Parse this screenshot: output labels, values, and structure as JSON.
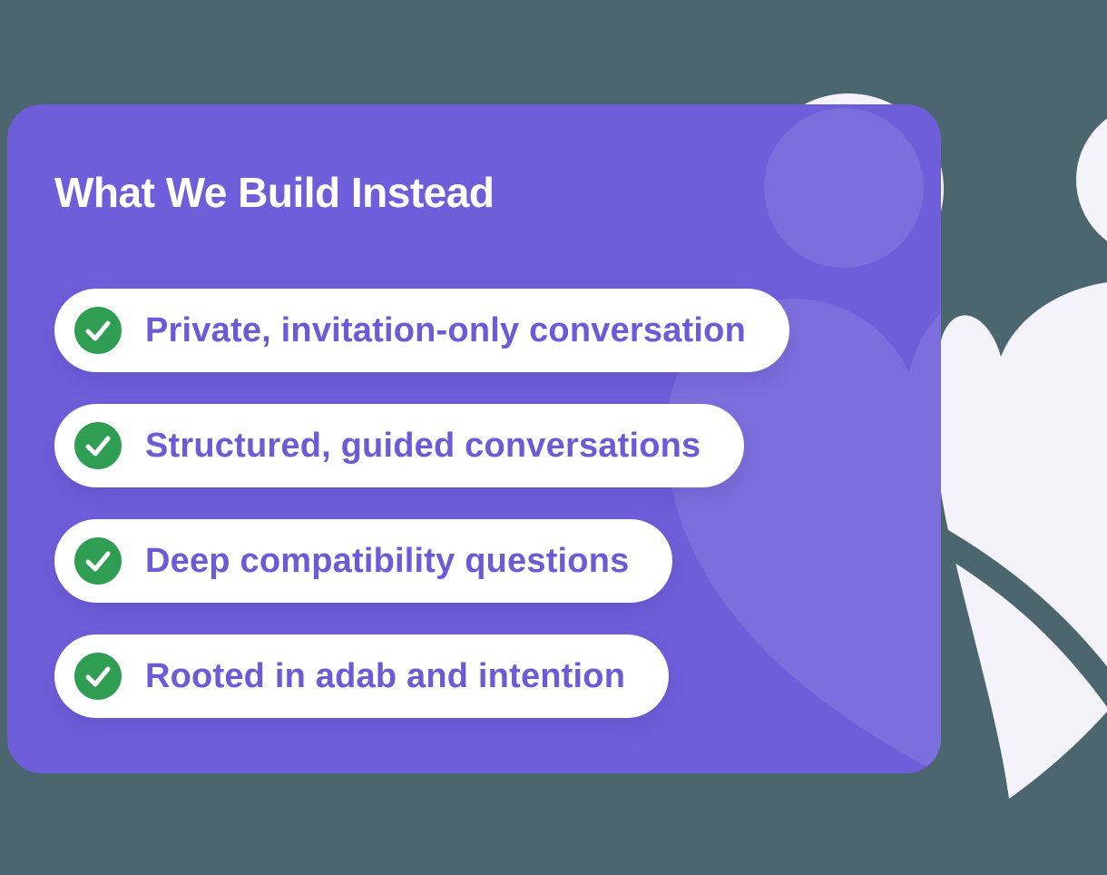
{
  "page": {
    "background_color": "#4C6670"
  },
  "card": {
    "title": "What We Build Instead",
    "background_color": "#6E5ED9",
    "item_text_color": "#6C5AD6",
    "check_color": "#2F9E52",
    "items": [
      {
        "label": "Private, invitation-only conversation"
      },
      {
        "label": "Structured, guided conversations"
      },
      {
        "label": "Deep compatibility questions"
      },
      {
        "label": "Rooted in adab and intention"
      }
    ]
  },
  "decor": {
    "shape_color": "#F4F3FC",
    "watermark_opacity": 0.1,
    "shapes": [
      "head-circle",
      "small-circle",
      "heart",
      "swoosh",
      "card-watermark-circle",
      "card-watermark-heart"
    ]
  }
}
